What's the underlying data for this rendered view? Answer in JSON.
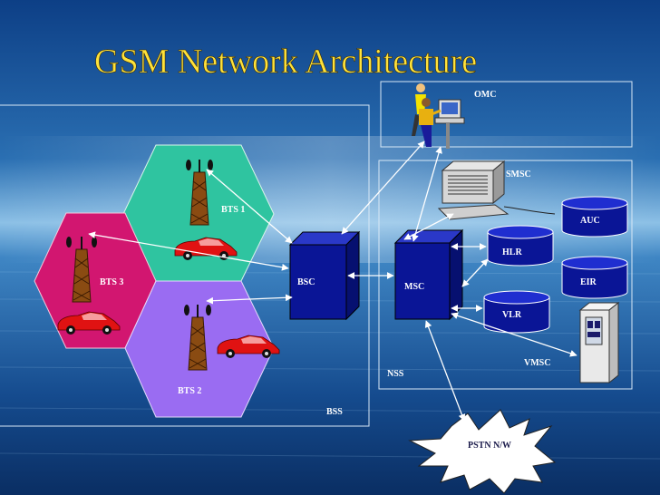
{
  "title": "GSM Network Architecture",
  "labels": {
    "omc": "OMC",
    "smsc": "SMSC",
    "auc": "AUC",
    "hlr": "HLR",
    "eir": "EIR",
    "vlr": "VLR",
    "vmsc": "VMSC",
    "msc": "MSC",
    "bsc": "BSC",
    "bts1": "BTS 1",
    "bts2": "BTS 2",
    "bts3": "BTS 3",
    "nss": "NSS",
    "bss": "BSS",
    "pstn": "PSTN N/W"
  },
  "colors": {
    "sea_top": "#0d3f86",
    "sea_horizon": "#7fb7e0",
    "sea_bottom": "#0a2e63",
    "cell_bts1": "#2fc4a0",
    "cell_bts3": "#d21670",
    "cell_bts2": "#9a6cf2",
    "equipment_blue": "#0a1596",
    "title_yellow": "#ffe23a",
    "car_red": "#e01212"
  },
  "icons": [
    "tower-icon",
    "car-icon",
    "operator-workstation-icon",
    "computer-icon",
    "database-icon",
    "cabinet-icon"
  ]
}
